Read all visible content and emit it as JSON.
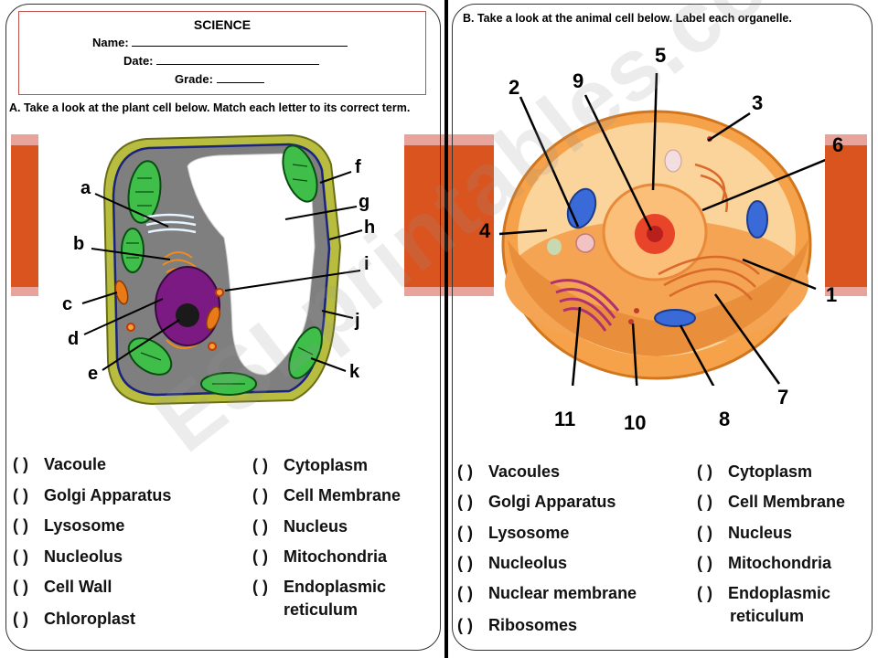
{
  "header": {
    "title": "SCIENCE",
    "name_label": "Name:",
    "date_label": "Date:",
    "grade_label": "Grade:"
  },
  "section_a": {
    "instruction": "A. Take a look at the plant cell below. Match each letter to its correct term.",
    "labels": [
      "a",
      "b",
      "c",
      "d",
      "e",
      "f",
      "g",
      "h",
      "i",
      "j",
      "k"
    ],
    "options_col1": [
      "Vacoule",
      "Golgi Apparatus",
      "Lysosome",
      "Nucleolus",
      "Cell Wall",
      "Chloroplast"
    ],
    "options_col2": [
      "Cytoplasm",
      "Cell Membrane",
      "Nucleus",
      "Mitochondria",
      "Endoplasmic",
      "reticulum"
    ]
  },
  "section_b": {
    "instruction": "B. Take a look at the animal cell below. Label each organelle.",
    "labels": [
      "1",
      "2",
      "3",
      "4",
      "5",
      "6",
      "7",
      "8",
      "9",
      "10",
      "11"
    ],
    "options_col1": [
      "Vacoules",
      "Golgi Apparatus",
      "Lysosome",
      "Nucleolus",
      "Nuclear membrane",
      "Ribosomes"
    ],
    "options_col2": [
      "Cytoplasm",
      "Cell Membrane",
      "Nucleus",
      "Mitochondria",
      "Endoplasmic",
      "reticulum"
    ]
  },
  "paren": "(   )",
  "watermark": "ESLprintables.com",
  "colors": {
    "band": "#d9541f",
    "band_pink": "#e8a39a",
    "header_border": "#c0504d"
  }
}
